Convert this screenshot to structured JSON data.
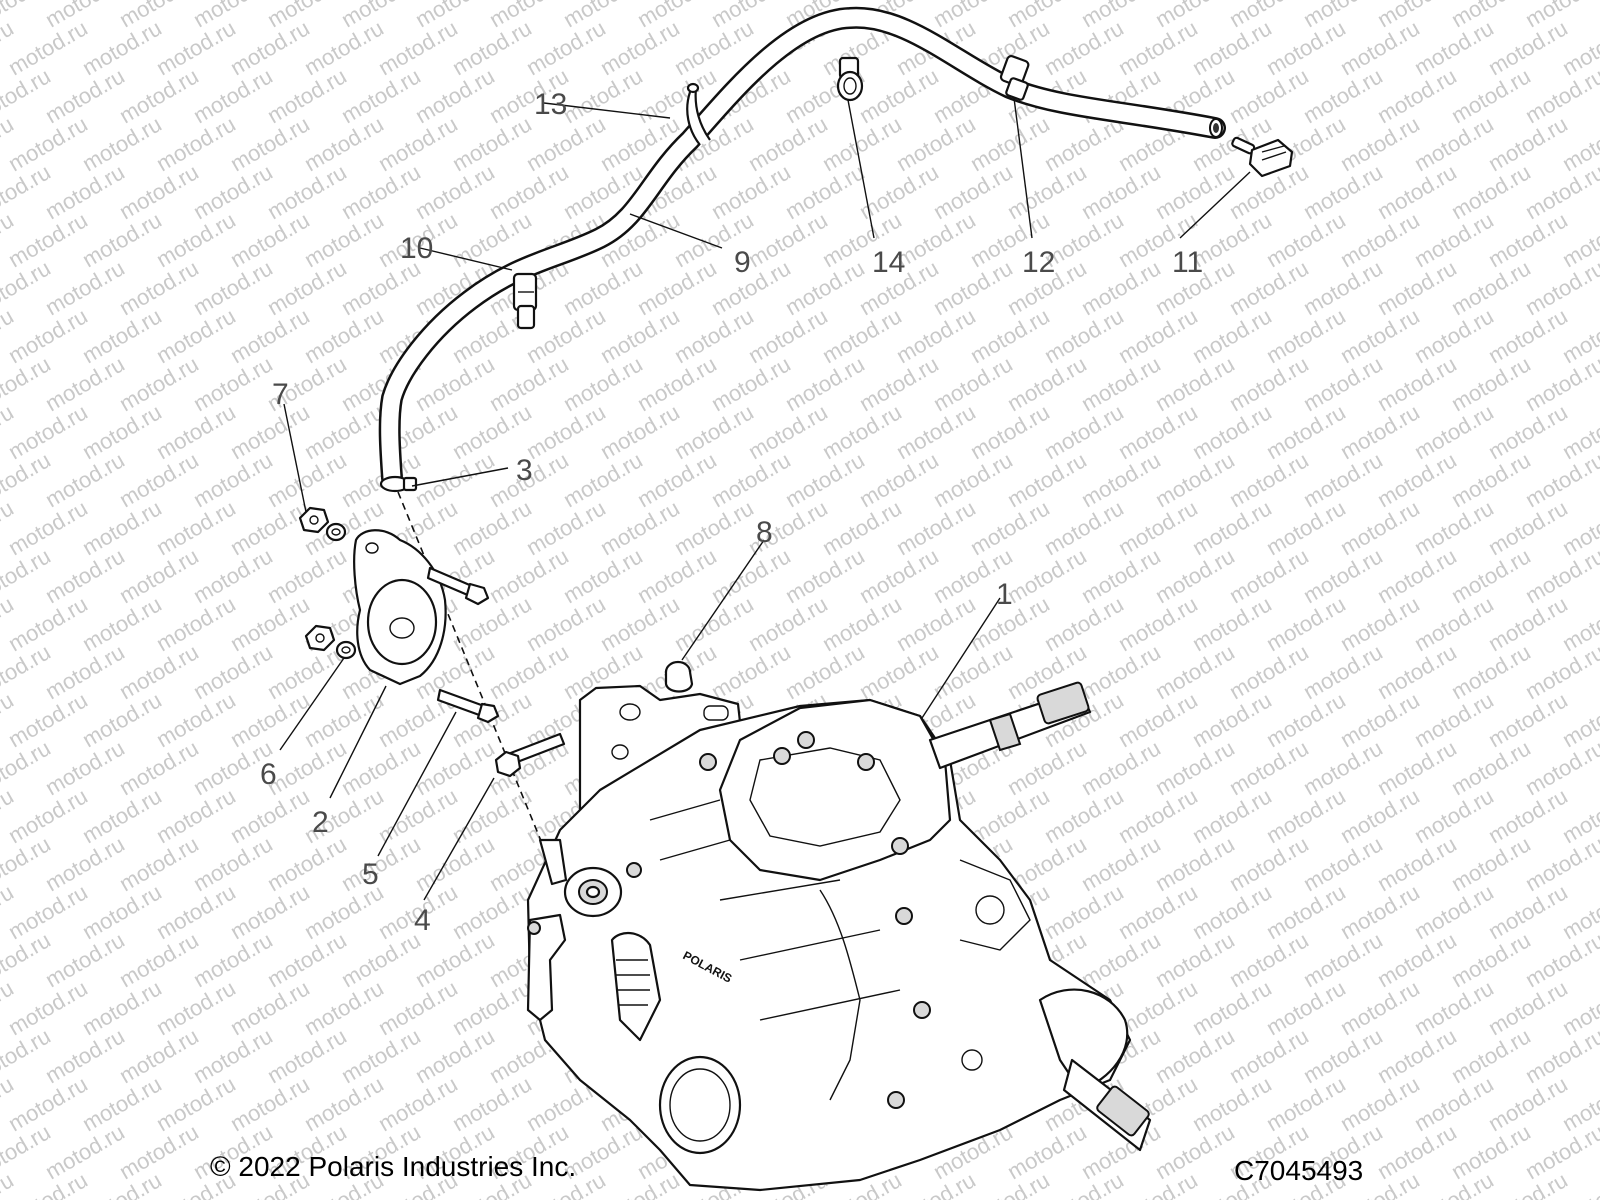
{
  "diagram": {
    "watermark_text": "motod.ru",
    "callouts": [
      {
        "id": "c1",
        "label": "1"
      },
      {
        "id": "c2",
        "label": "2"
      },
      {
        "id": "c3",
        "label": "3"
      },
      {
        "id": "c4",
        "label": "4"
      },
      {
        "id": "c5",
        "label": "5"
      },
      {
        "id": "c6",
        "label": "6"
      },
      {
        "id": "c7",
        "label": "7"
      },
      {
        "id": "c8",
        "label": "8"
      },
      {
        "id": "c9",
        "label": "9"
      },
      {
        "id": "c10",
        "label": "10"
      },
      {
        "id": "c11",
        "label": "11"
      },
      {
        "id": "c12",
        "label": "12"
      },
      {
        "id": "c13",
        "label": "13"
      },
      {
        "id": "c14",
        "label": "14"
      }
    ],
    "copyright": "© 2022 Polaris Industries Inc.",
    "drawing_code": "C7045493",
    "housing_logo": "POLARIS",
    "colors": {
      "line": "#111111",
      "label": "#4a4a4a",
      "watermark": "#c9c9c9",
      "shade": "#d9d9d9"
    }
  }
}
